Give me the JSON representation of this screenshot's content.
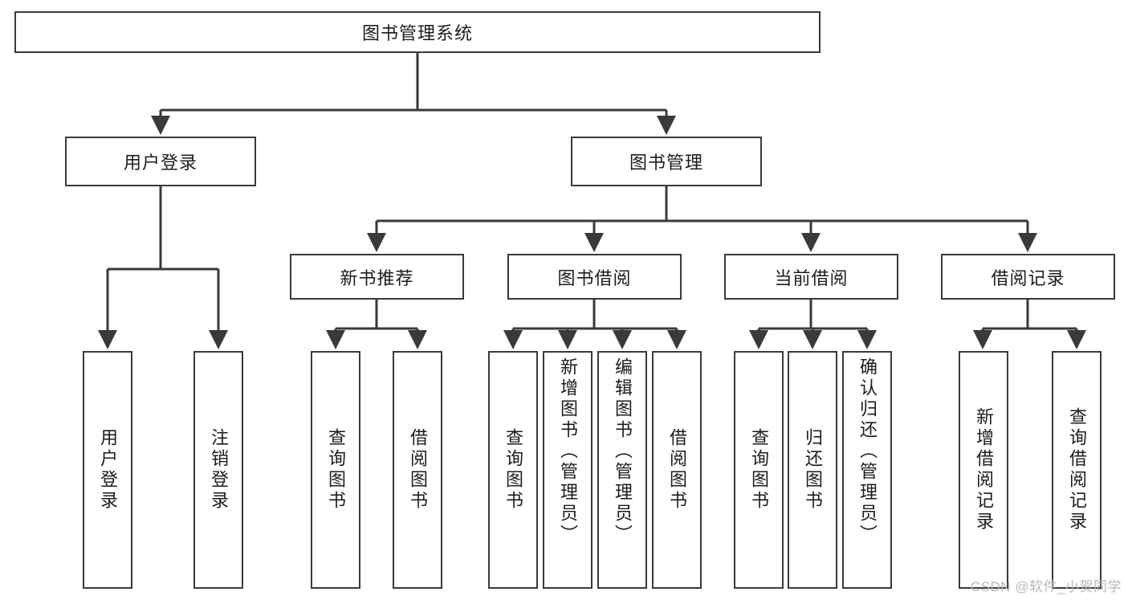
{
  "diagram": {
    "type": "tree",
    "title": "图书管理系统",
    "root": {
      "label": "图书管理系统"
    },
    "level2": [
      {
        "label": "用户登录"
      },
      {
        "label": "图书管理"
      }
    ],
    "level3": [
      {
        "label": "新书推荐"
      },
      {
        "label": "图书借阅"
      },
      {
        "label": "当前借阅"
      },
      {
        "label": "借阅记录"
      }
    ],
    "leaves": {
      "user_login": [
        {
          "label": "用户登录"
        },
        {
          "label": "注销登录"
        }
      ],
      "new_book_recommend": [
        {
          "label": "查询图书"
        },
        {
          "label": "借阅图书"
        }
      ],
      "book_borrow": [
        {
          "label": "查询图书"
        },
        {
          "label": "新增图书（管理员）"
        },
        {
          "label": "编辑图书（管理员）"
        },
        {
          "label": "借阅图书"
        }
      ],
      "current_borrow": [
        {
          "label": "查询图书"
        },
        {
          "label": "归还图书"
        },
        {
          "label": "确认归还（管理员）"
        }
      ],
      "borrow_record": [
        {
          "label": "新增借阅记录"
        },
        {
          "label": "查询借阅记录"
        }
      ]
    }
  },
  "watermark": {
    "text": "CSDN @软件_小贺同学"
  },
  "colors": {
    "stroke": "#3a3a3a",
    "text": "#1c1c1c",
    "background": "#ffffff",
    "watermark": "#b8b8b8"
  }
}
